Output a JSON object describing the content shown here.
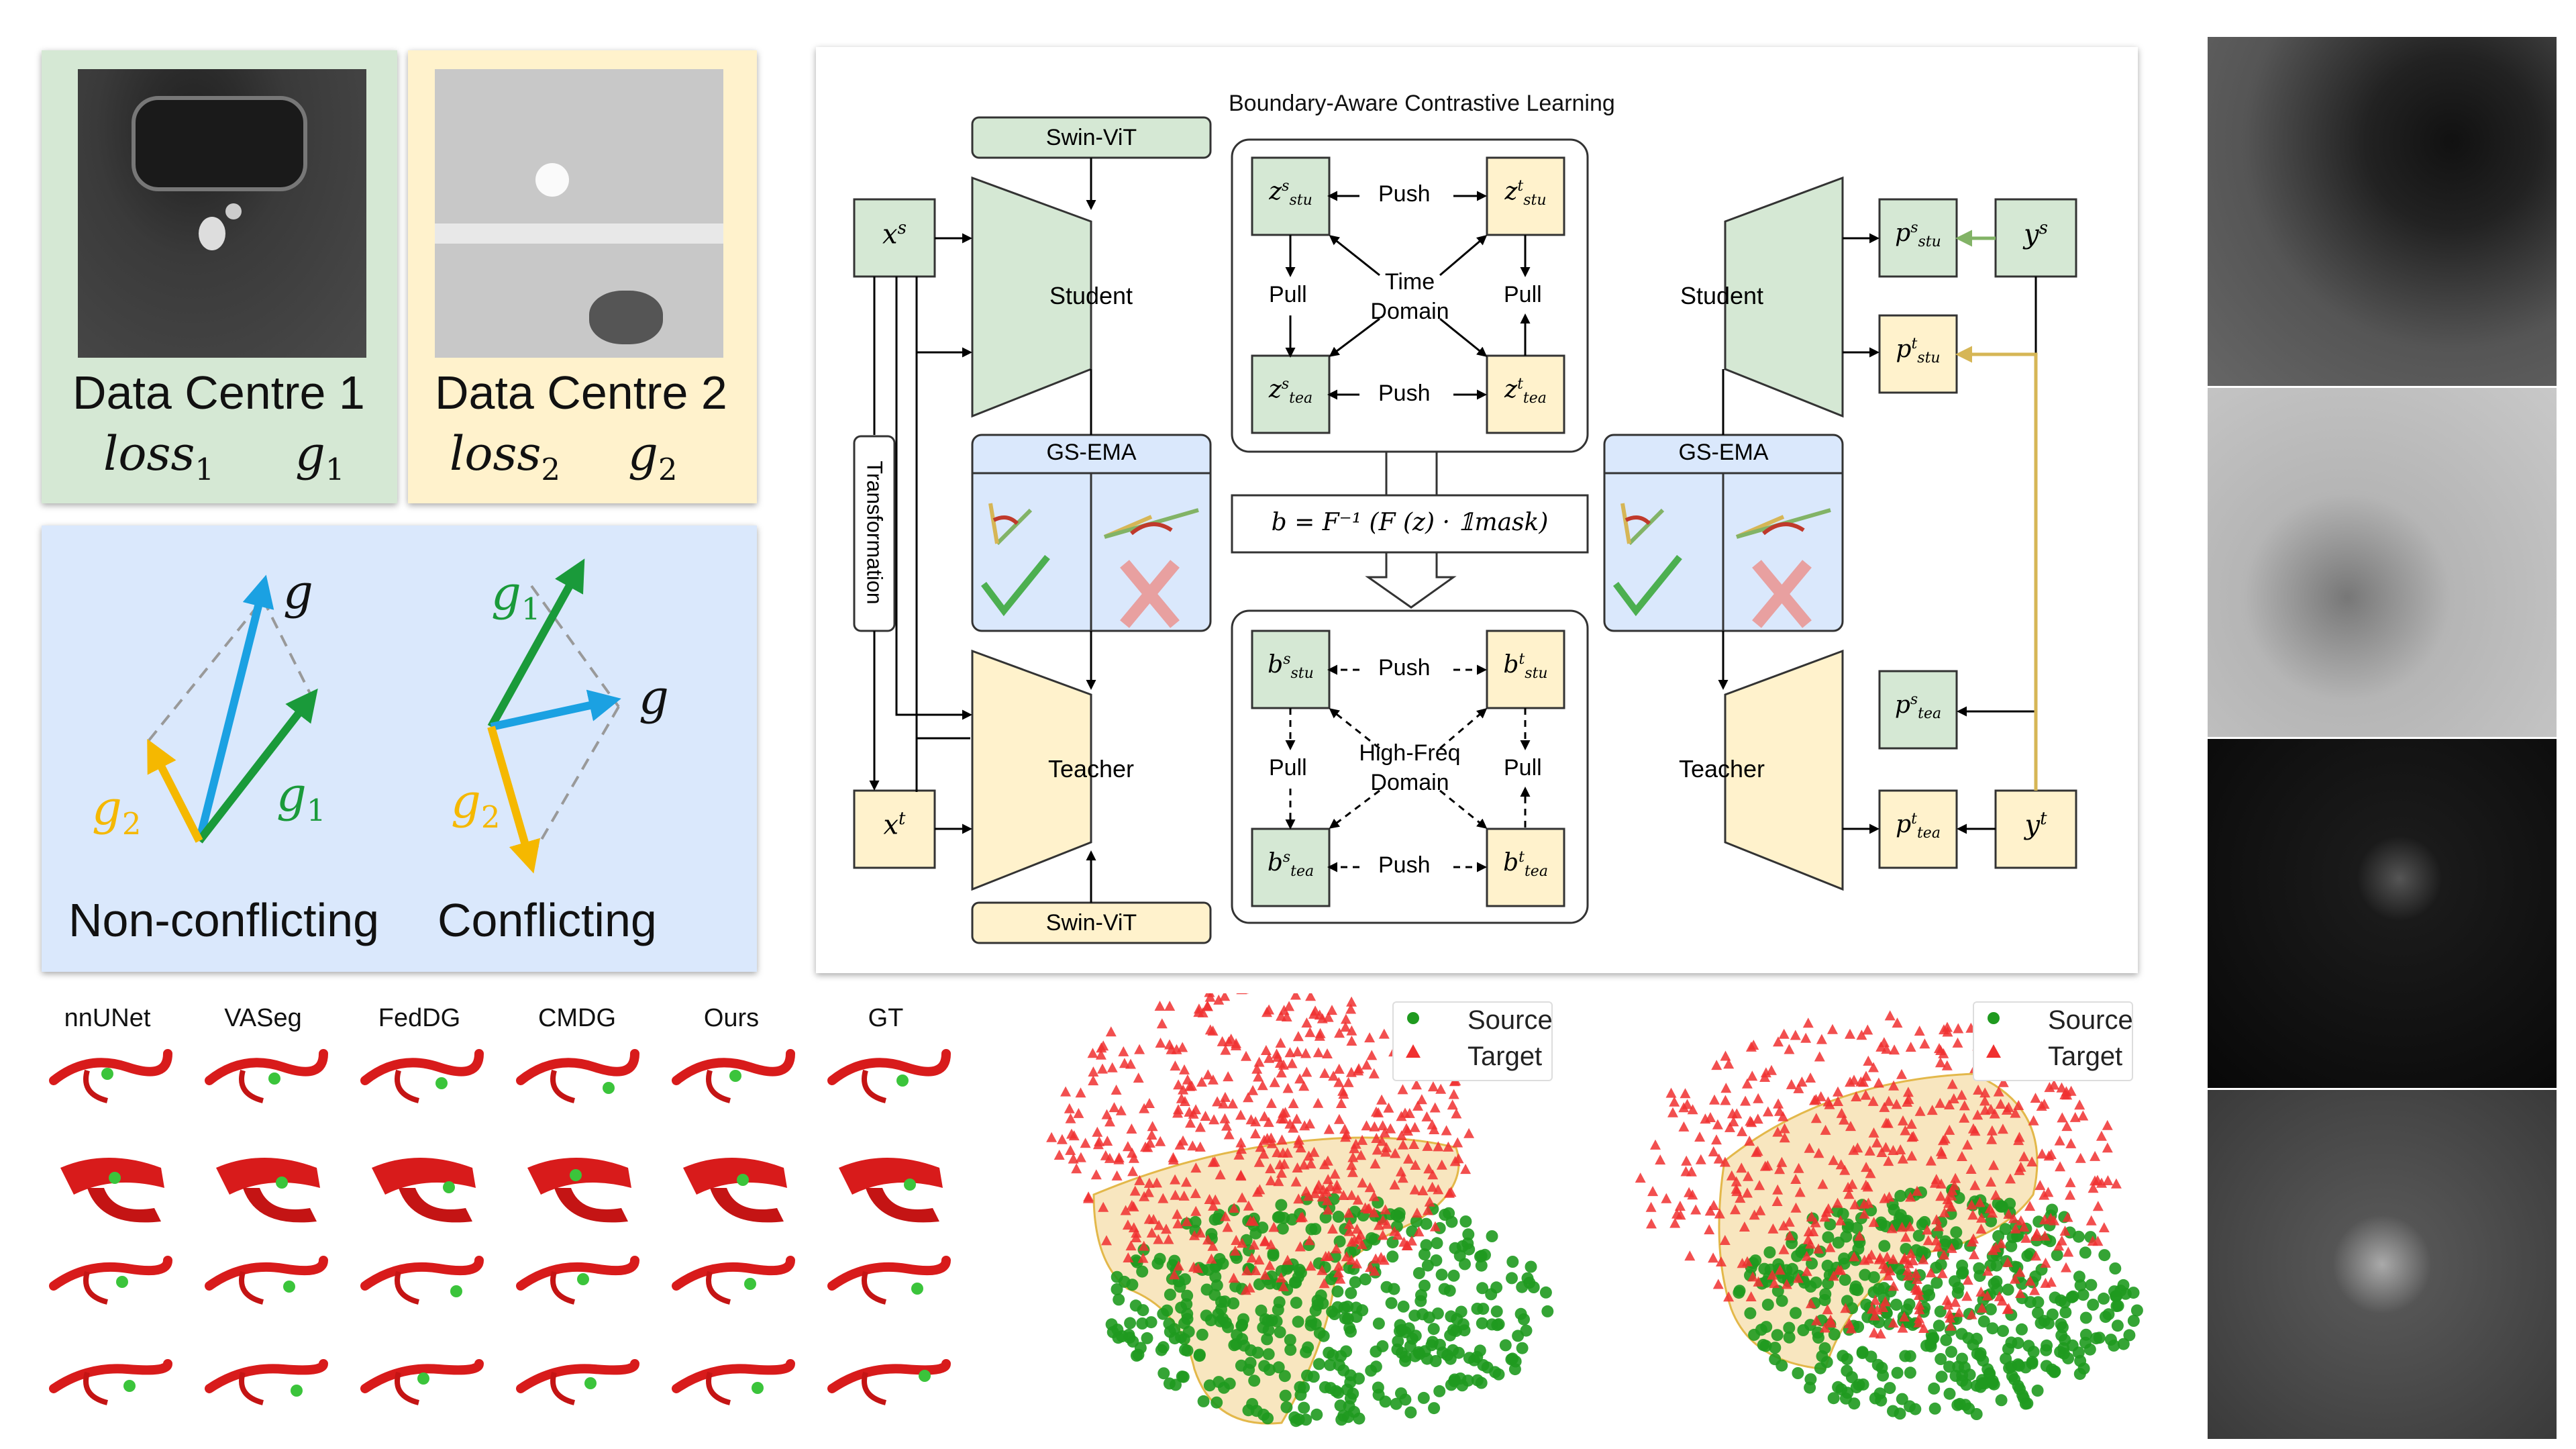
{
  "data_centres": [
    {
      "label": "Data Centre 1",
      "loss": "loss",
      "loss_sub": "1",
      "grad": "g",
      "grad_sub": "1",
      "bg": "#d5e8d4"
    },
    {
      "label": "Data Centre 2",
      "loss": "loss",
      "loss_sub": "2",
      "grad": "g",
      "grad_sub": "2",
      "bg": "#fff2cc"
    }
  ],
  "gradient_panel": {
    "bg": "#dae8fc",
    "non_conflicting_label": "Non-conflicting",
    "conflicting_label": "Conflicting",
    "g": "g",
    "g1": "g",
    "g1_sub": "1",
    "g2": "g",
    "g2_sub": "2",
    "colors": {
      "g": "#1ba1e2",
      "g1": "#1a9a3a",
      "g2": "#f5b800"
    }
  },
  "framework": {
    "title": "Boundary-Aware Contrastive Learning",
    "swin_top": "Swin-ViT",
    "swin_bottom": "Swin-ViT",
    "student": "Student",
    "teacher": "Teacher",
    "student_right": "Student",
    "teacher_right": "Teacher",
    "gs_ema": "GS-EMA",
    "gs_ema_right": "GS-EMA",
    "transformation": "Transformation",
    "push": "Push",
    "pull": "Pull",
    "time_domain": "Time Domain",
    "high_freq_domain": "High-Freq Domain",
    "formula": "b = F⁻¹ (F (z) · 𝟙mask)",
    "xs": "x",
    "xs_sup": "s",
    "xt": "x",
    "xt_sup": "t",
    "ys": "y",
    "ys_sup": "s",
    "yt": "y",
    "yt_sup": "t",
    "z_s_stu": "z",
    "b_s_stu": "b",
    "p": "p",
    "sub_stu": "stu",
    "sub_tea": "tea",
    "sup_s": "s",
    "sup_t": "t",
    "colors": {
      "green": "#d5e8d4",
      "yellow": "#fff2cc",
      "blue": "#dae8fc",
      "green_arrow": "#82b366",
      "yellow_arrow": "#d6b656"
    }
  },
  "segmentation": {
    "columns": [
      "nnUNet",
      "VASeg",
      "FedDG",
      "CMDG",
      "Ours",
      "GT"
    ]
  },
  "tsne": {
    "legend": {
      "source": "Source",
      "target": "Target"
    },
    "colors": {
      "source": "#1f9a1f",
      "target": "#f03030",
      "hull": "#f5deaa"
    }
  }
}
